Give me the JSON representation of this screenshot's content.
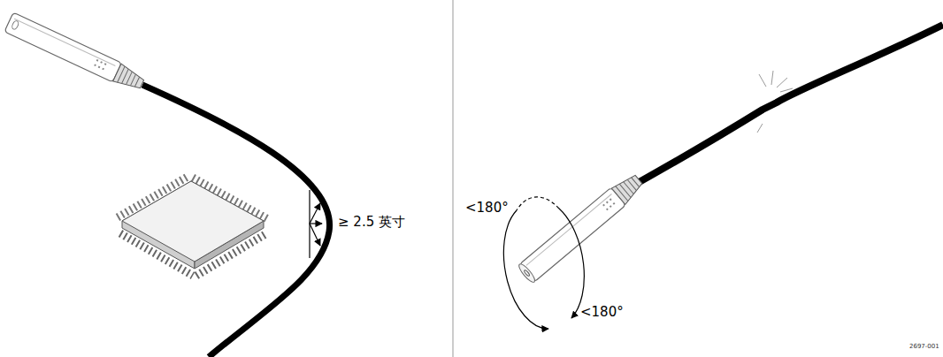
{
  "diagram": {
    "labels": [
      "≥ 2.5 英寸",
      "<180°",
      "<180°",
      "2697-001"
    ]
  }
}
